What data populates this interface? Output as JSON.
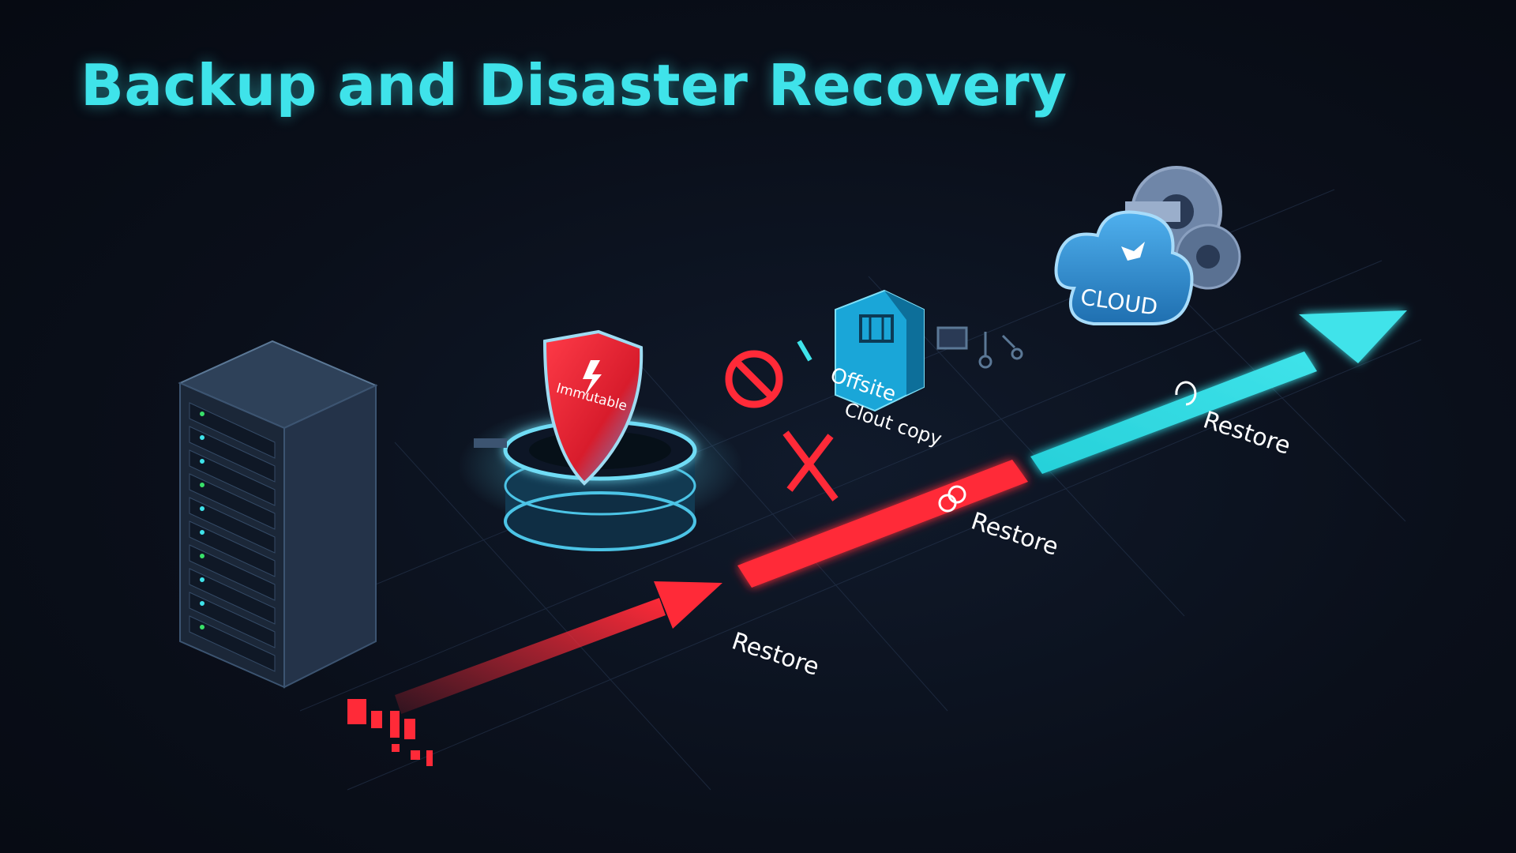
{
  "title": "Backup and Disaster Recovery",
  "colors": {
    "accent": "#3fe3ea",
    "danger": "#ff2a38",
    "background": "#0a0f1a",
    "cloud": "#2f8fd3"
  },
  "labels": {
    "shield": "Immutable",
    "offsite_line1": "Offsite",
    "offsite_line2": "Clout copy",
    "cloud": "CLOUD",
    "restore_1": "Restore",
    "restore_2": "Restore",
    "restore_3": "Restore"
  },
  "icons": [
    "server-rack-icon",
    "shield-icon",
    "vault-icon",
    "prohibited-icon",
    "cross-icon",
    "offsite-box-icon",
    "cloud-icon",
    "gears-icon",
    "arrow-icon",
    "refresh-icon"
  ]
}
